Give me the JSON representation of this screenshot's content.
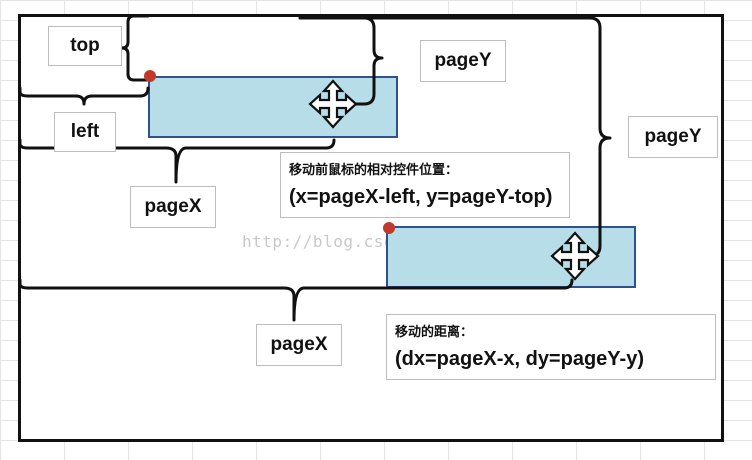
{
  "labels": {
    "top": "top",
    "left": "left",
    "page_y_inner": "pageY",
    "page_x_inner": "pageX",
    "page_y_outer": "pageY",
    "page_x_outer": "pageX"
  },
  "notes": {
    "relative": {
      "caption": "移动前鼠标的相对控件位置：",
      "formula": "(x=pageX-left, y=pageY-top)"
    },
    "distance": {
      "caption": "移动的距离：",
      "formula": "(dx=pageX-x, dy=pageY-y)"
    }
  },
  "watermark": "http://blog.csdn.net/carlosli",
  "icons": [
    "move-cursor-icon",
    "mouse-point-icon"
  ],
  "colors": {
    "control_fill": "#b6dde8",
    "control_border": "#2f528f",
    "point": "#c0392b",
    "line": "#111111"
  }
}
